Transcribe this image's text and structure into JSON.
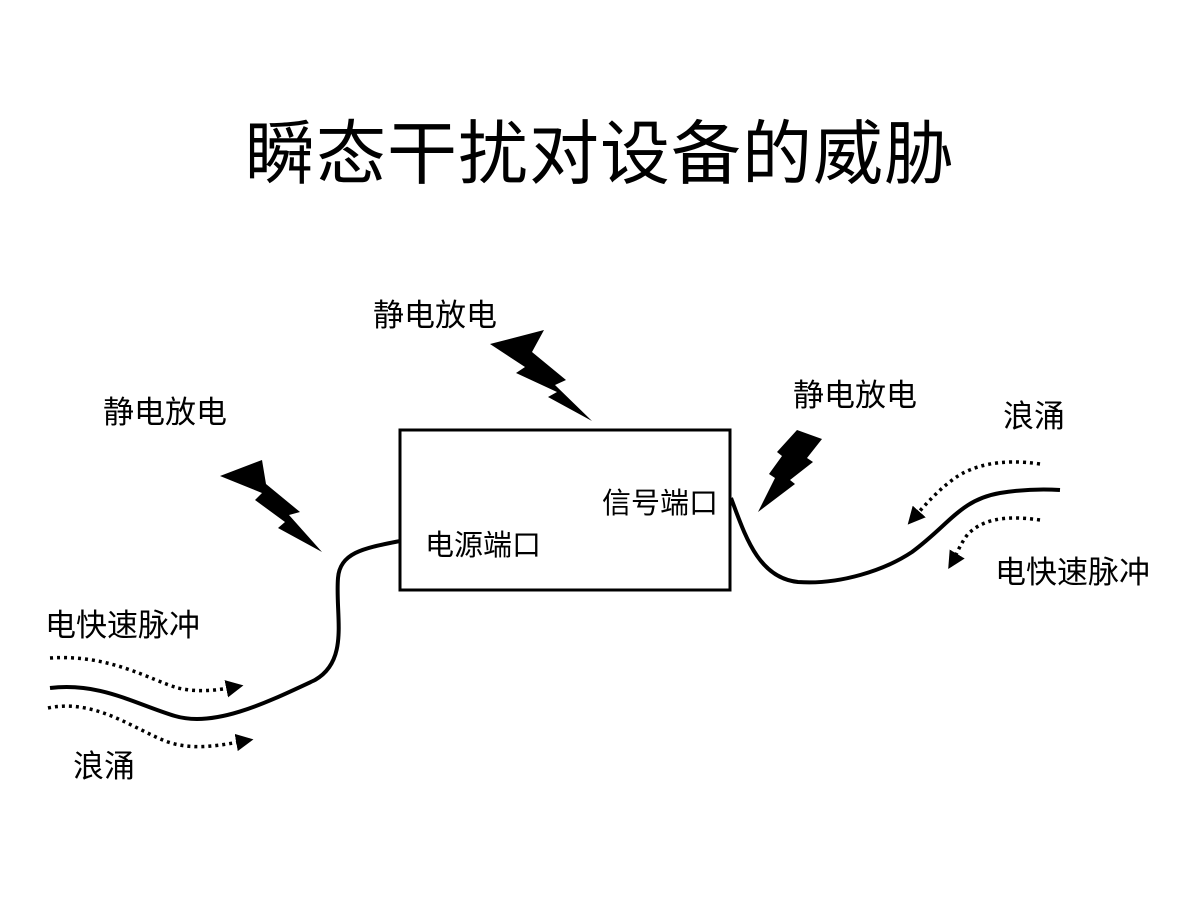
{
  "title": "瞬态干扰对设备的威胁",
  "device": {
    "power_port": "电源端口",
    "signal_port": "信号端口"
  },
  "threats": {
    "esd_top": "静电放电",
    "esd_left": "静电放电",
    "esd_right": "静电放电",
    "eft_left": "电快速脉冲",
    "surge_left": "浪涌",
    "surge_right": "浪涌",
    "eft_right": "电快速脉冲"
  }
}
